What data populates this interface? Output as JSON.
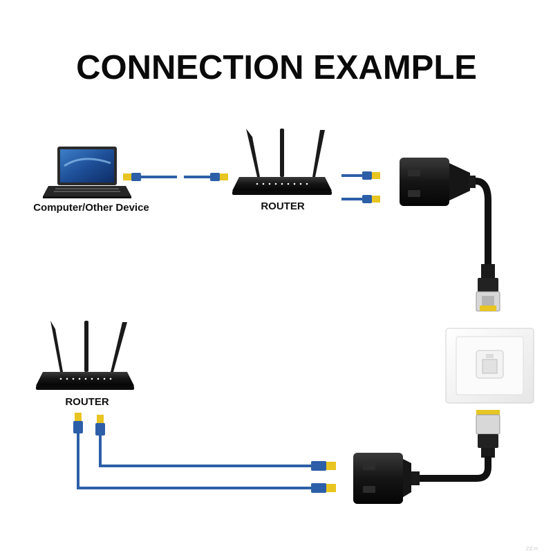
{
  "title": "CONNECTION EXAMPLE",
  "labels": {
    "computer": "Computer/Other Device",
    "router_top": "ROUTER",
    "router_bottom": "ROUTER"
  },
  "corner_mark": "ZZ.H",
  "colors": {
    "cable_blue": "#2d5fa8",
    "connector_yellow": "#e8c520",
    "splitter_black": "#111111",
    "router_black": "#1a1a1a"
  }
}
